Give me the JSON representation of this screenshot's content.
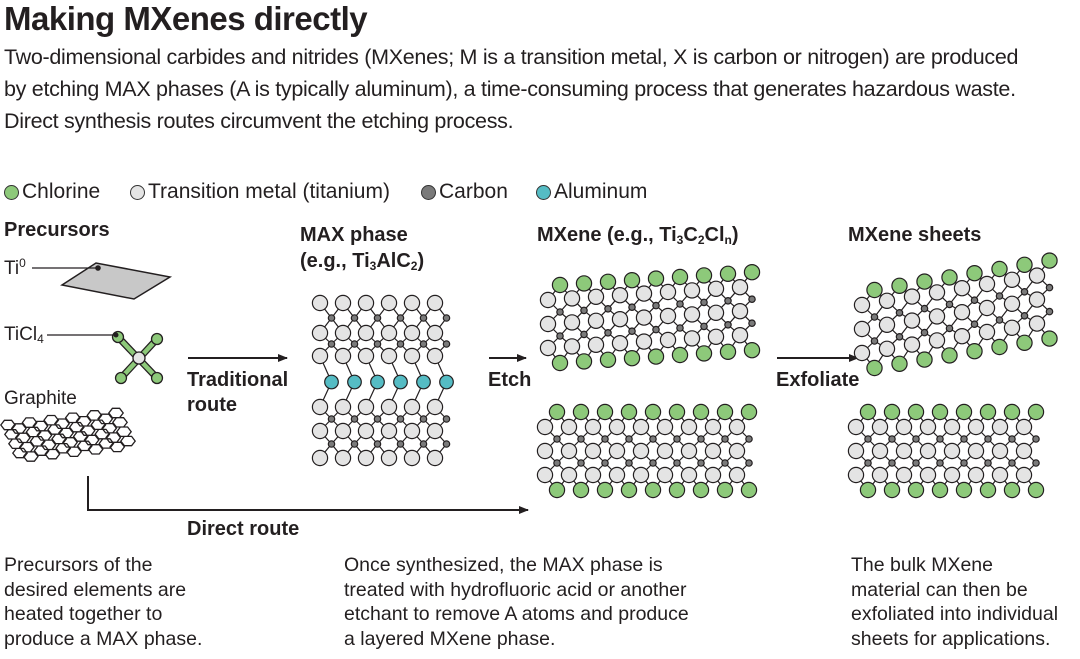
{
  "title": "Making MXenes directly",
  "intro_lines": [
    "Two-dimensional carbides and nitrides (MXenes; M is a transition metal, X is carbon or nitrogen) are produced",
    "by etching MAX phases (A is typically aluminum), a time-consuming process that generates hazardous waste.",
    "Direct synthesis routes circumvent the etching process."
  ],
  "legend": [
    {
      "label": "Chlorine",
      "color": "#8dc97a"
    },
    {
      "label": "Transition metal (titanium)",
      "color": "#e4e4e4"
    },
    {
      "label": "Carbon",
      "color": "#7a7a7a"
    },
    {
      "label": "Aluminum",
      "color": "#55bcc4"
    }
  ],
  "columns": {
    "precursors": {
      "title": "Precursors"
    },
    "max_phase": {
      "title": "MAX phase",
      "example_prefix": "(e.g., Ti",
      "example_sub1": "3",
      "example_mid": "AlC",
      "example_sub2": "2",
      "example_suffix": ")"
    },
    "mxene": {
      "title_prefix": "MXene (e.g., Ti",
      "sub1": "3",
      "mid1": "C",
      "sub2": "2",
      "mid2": "Cl",
      "sub3": "n",
      "suffix": ")"
    },
    "sheets": {
      "title": "MXene sheets"
    }
  },
  "precursor_labels": {
    "ti_base": "Ti",
    "ti_sup": "0",
    "ticl_base": "TiCl",
    "ticl_sub": "4",
    "graphite": "Graphite"
  },
  "routes": {
    "traditional_line1": "Traditional",
    "traditional_line2": "route",
    "etch": "Etch",
    "exfoliate": "Exfoliate",
    "direct": "Direct route"
  },
  "footnotes": {
    "left": [
      "Precursors of the",
      "desired elements are",
      "heated together to",
      "produce a MAX phase."
    ],
    "middle": [
      "Once synthesized, the MAX phase is",
      "treated with hydrofluoric acid or another",
      "etchant to remove A atoms and produce",
      "a layered MXene phase."
    ],
    "right": [
      "The bulk MXene",
      "material can then be",
      "exfoliated into individual",
      "sheets for applications."
    ]
  }
}
